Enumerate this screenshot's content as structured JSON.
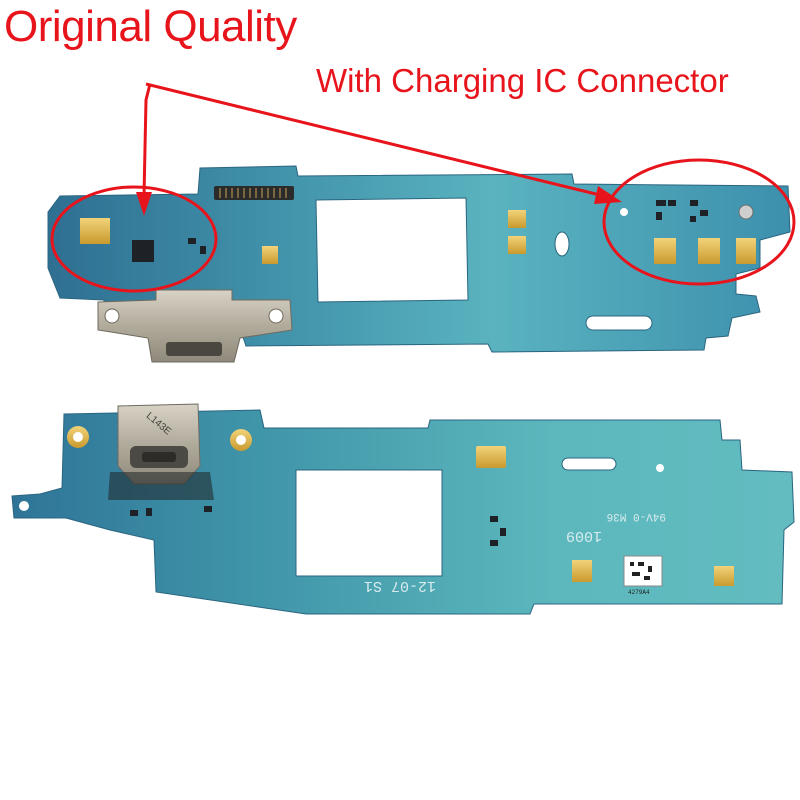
{
  "captions": {
    "title": "Original Quality",
    "subtitle": "With Charging IC Connector"
  },
  "board_bottom": {
    "silk_date": "12-07 S1",
    "silk_rating": "94V-0 M36",
    "silk_code": "1009",
    "connector_mark": "L143E",
    "sticker_code": "4279A4"
  },
  "colors": {
    "annotation_red": "#e8141b",
    "pcb_cyan": "#59b3be",
    "pcb_blue": "#2d7592",
    "gold_pad": "#e2b94a",
    "metal": "#b8b2a4"
  }
}
